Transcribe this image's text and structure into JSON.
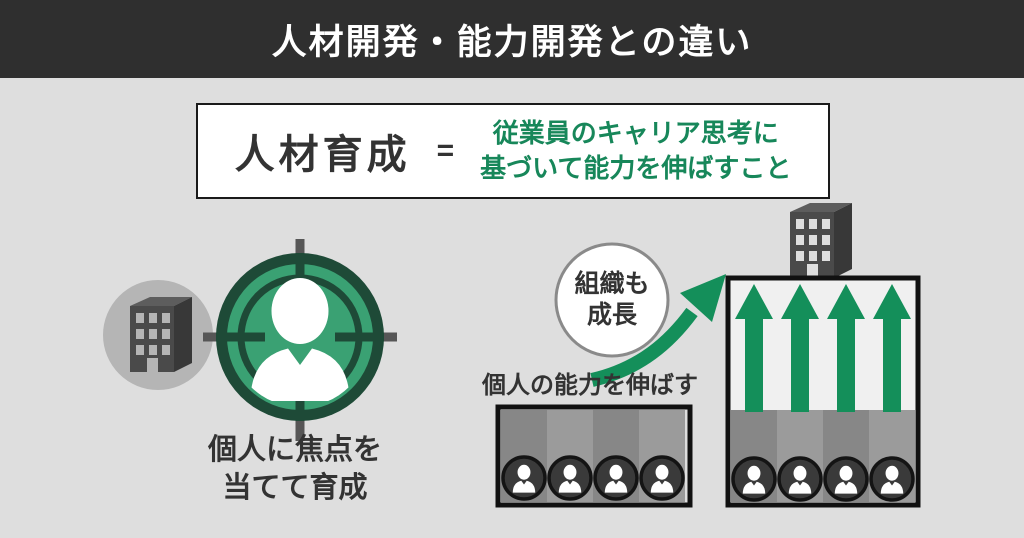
{
  "header": {
    "title": "人材開発・能力開発との違い"
  },
  "definition": {
    "term": "人材育成",
    "equals": "=",
    "description": {
      "line1": "従業員のキャリア思考に",
      "line2": "基づいて能力を伸ばすこと"
    }
  },
  "individual_focus": {
    "caption": {
      "line1": "個人に焦点を",
      "line2": "当てて育成"
    }
  },
  "growth": {
    "badge": {
      "line1": "組織も",
      "line2": "成長"
    },
    "caption": "個人の能力を伸ばす"
  },
  "icons": {
    "left_company": "building-icon",
    "focus": "target-icon",
    "focused_person": "person-icon",
    "growth_arrow": "curved-up-arrow-icon",
    "ability_arrows": "up-arrow-icon",
    "employees": "person-icon",
    "grown_company": "building-icon"
  },
  "colors": {
    "background": "#dedede",
    "header_bg": "#2f2f2f",
    "header_text": "#ffffff",
    "text_dark": "#333333",
    "accent_green_text": "#17875a",
    "arrow_green": "#148f5a",
    "target_fill_green": "#3aa173",
    "target_ring_green": "#1e4a37",
    "crosshair_gray": "#565656",
    "company_circle_gray": "#b5b5b5",
    "building_gray": "#4a4a4a",
    "box_border": "#111111",
    "column_dark": "#878787",
    "column_light": "#9b9b9b",
    "member_circle": "#3a3a3a"
  }
}
